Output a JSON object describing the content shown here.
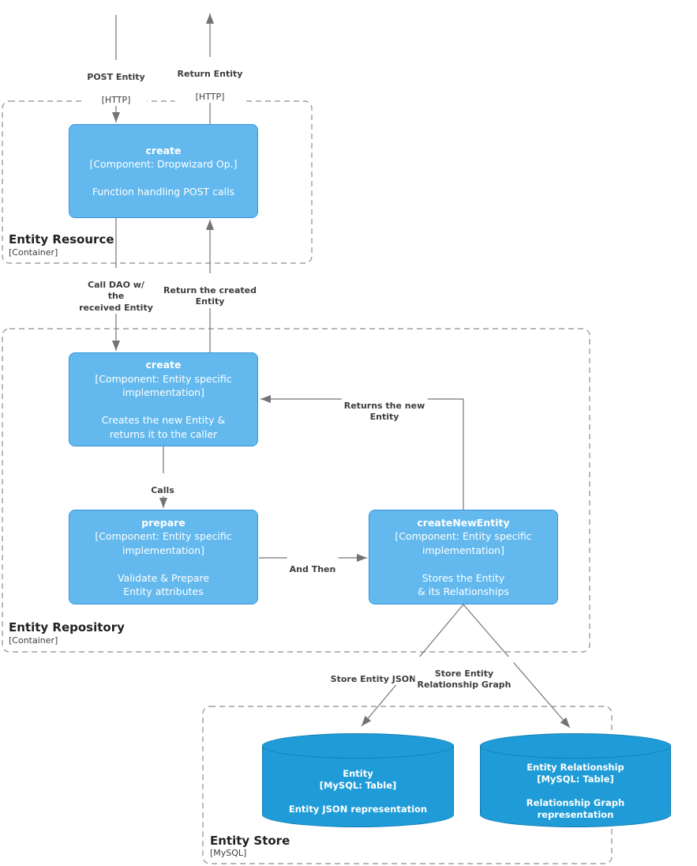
{
  "containers": {
    "resource": {
      "title": "Entity Resource",
      "subtitle": "[Container]"
    },
    "repository": {
      "title": "Entity Repository",
      "subtitle": "[Container]"
    },
    "store": {
      "title": "Entity Store",
      "subtitle": "[MySQL]"
    }
  },
  "components": {
    "create_resource": {
      "title": "create",
      "meta": "[Component: Dropwizard Op.]",
      "description": "Function handling POST calls"
    },
    "create_repo": {
      "title": "create",
      "meta": "[Component: Entity specific\nimplementation]",
      "description": "Creates the new Entity &\nreturns it to the caller"
    },
    "prepare": {
      "title": "prepare",
      "meta": "[Component: Entity specific\nimplementation]",
      "description": "Validate & Prepare\nEntity attributes"
    },
    "create_new_entity": {
      "title": "createNewEntity",
      "meta": "[Component: Entity specific\nimplementation]",
      "description": "Stores the Entity\n& its Relationships"
    }
  },
  "databases": {
    "entity": {
      "title": "Entity",
      "meta": "[MySQL: Table]",
      "description": "Entity JSON representation"
    },
    "entity_relationship": {
      "title": "Entity Relationship",
      "meta": "[MySQL: Table]",
      "description": "Relationship Graph\nrepresentation"
    }
  },
  "edges": {
    "post_entity": {
      "bold": "POST Entity",
      "regular": "[HTTP]"
    },
    "return_entity": {
      "bold": "Return Entity",
      "regular": "[HTTP]"
    },
    "call_dao": {
      "bold": "Call DAO w/\nthe\nreceived Entity"
    },
    "return_created": {
      "bold": "Return the created\nEntity"
    },
    "calls": {
      "bold": "Calls"
    },
    "and_then": {
      "bold": "And Then"
    },
    "returns_new": {
      "bold": "Returns the new\nEntity"
    },
    "store_json": {
      "bold": "Store Entity JSON"
    },
    "store_graph": {
      "bold": "Store Entity\nRelationship Graph"
    }
  },
  "colors": {
    "component_fill": "#63b9ee",
    "component_border": "#3795db",
    "database_fill": "#1f9cd7",
    "database_border": "#0f7cb4",
    "connector": "#757575",
    "arrowhead": "#737373",
    "boundary_dash": "#8c8c8c",
    "label_text": "#3d3d3d"
  }
}
